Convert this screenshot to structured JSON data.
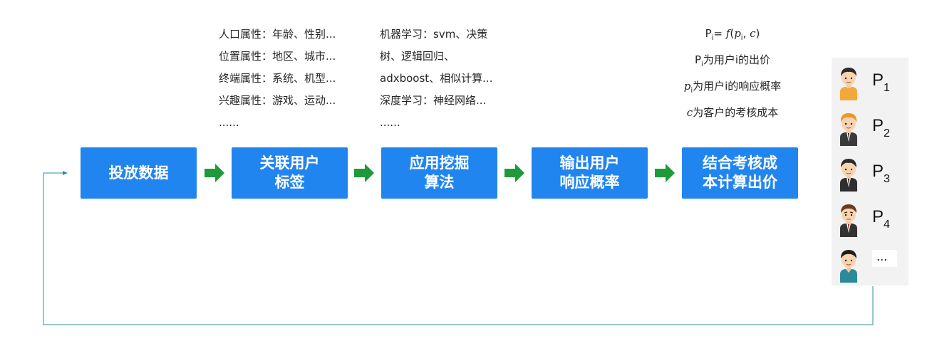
{
  "steps": [
    {
      "line1": "投放数据",
      "line2": ""
    },
    {
      "line1": "关联用户",
      "line2": "标签"
    },
    {
      "line1": "应用挖掘",
      "line2": "算法"
    },
    {
      "line1": "输出用户",
      "line2": "响应概率"
    },
    {
      "line1": "结合考核成",
      "line2": "本计算出价"
    }
  ],
  "attributes": [
    "人口属性：年龄、性别...",
    "位置属性：地区、城市...",
    "终端属性：系统、机型...",
    "兴趣属性：游戏、运动...",
    "......"
  ],
  "algorithms": [
    "机器学习：svm、决策",
    "树、逻辑回归、",
    "adxboost、相似计算...",
    "深度学习：神经网络...",
    "......"
  ],
  "formula": {
    "eq_lhs": "P",
    "eq_lhs_sub": "i",
    "eq_eq": "= ",
    "eq_func": "f",
    "eq_open": "(",
    "eq_p": "p",
    "eq_p_sub": "i",
    "eq_comma": ", ",
    "eq_c": "c",
    "eq_close": ")",
    "line2_p": "P",
    "line2_sub": "i",
    "line2_text": "为用户i的出价",
    "line3_p": "p",
    "line3_sub": "i",
    "line3_text": "为用户i的响应概率",
    "line4_c": "c",
    "line4_text": "为客户的考核成本"
  },
  "users": [
    {
      "label": "P",
      "sub": "1",
      "avatar": "man-orange-shirt"
    },
    {
      "label": "P",
      "sub": "2",
      "avatar": "man-blond-suit"
    },
    {
      "label": "P",
      "sub": "3",
      "avatar": "man-dark-suit"
    },
    {
      "label": "P",
      "sub": "4",
      "avatar": "man-brown-suit"
    },
    {
      "label": "...",
      "sub": "",
      "avatar": "man-teal-shirt"
    }
  ],
  "colors": {
    "step_fill": "#2185f0",
    "arrow_green": "#1e9a3a",
    "loop_line": "#2a8fa6",
    "panel_bg": "#f2f2f2"
  }
}
